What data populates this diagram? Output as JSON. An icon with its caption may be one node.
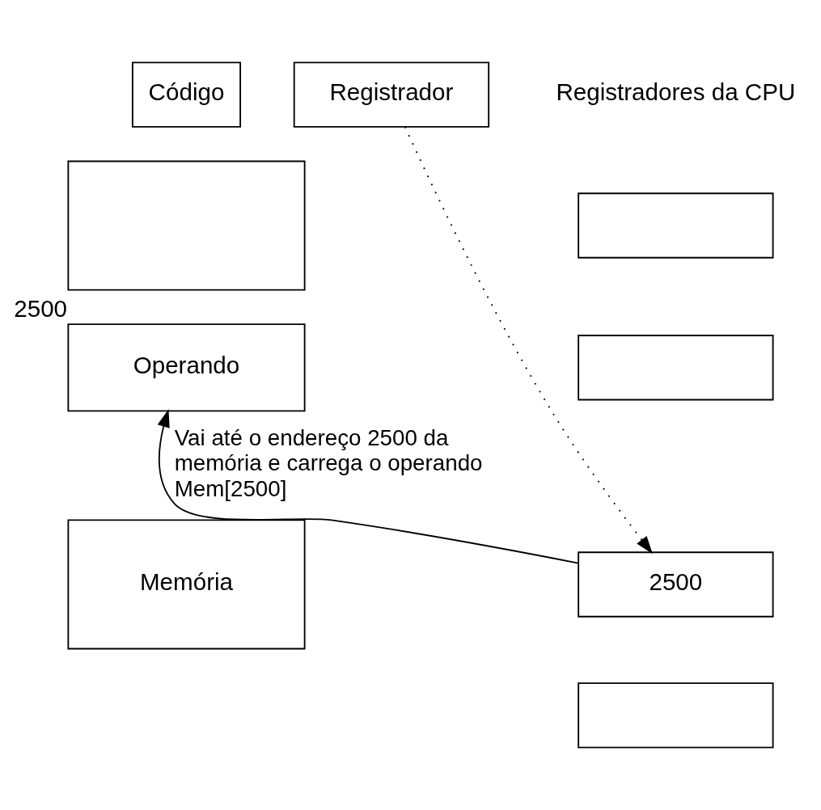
{
  "diagram": {
    "nodes": [
      {
        "text": [
          "Código"
        ]
      },
      {
        "text": [
          "Registrador"
        ]
      },
      {
        "text": [],
        "shape": "box"
      },
      {
        "text": [],
        "shape": "box"
      },
      {
        "text": [
          "2500"
        ]
      },
      {
        "text": [],
        "shape": "box"
      },
      {
        "text": [],
        "shape": "box"
      },
      {
        "text": [
          "Operando"
        ],
        "beside": [
          "2500"
        ]
      },
      {
        "text": [
          "Memória"
        ]
      }
    ],
    "edges": [
      {
        "from": 1,
        "to": 4,
        "arrow": "to",
        "style": "dashed"
      },
      {
        "from": 4,
        "to": 7,
        "arrow": "to",
        "label": "Vai até o endereço 2500 da memória e carrega o operando Mem[2500]"
      }
    ],
    "labels": [
      "Registradores da CPU"
    ]
  }
}
